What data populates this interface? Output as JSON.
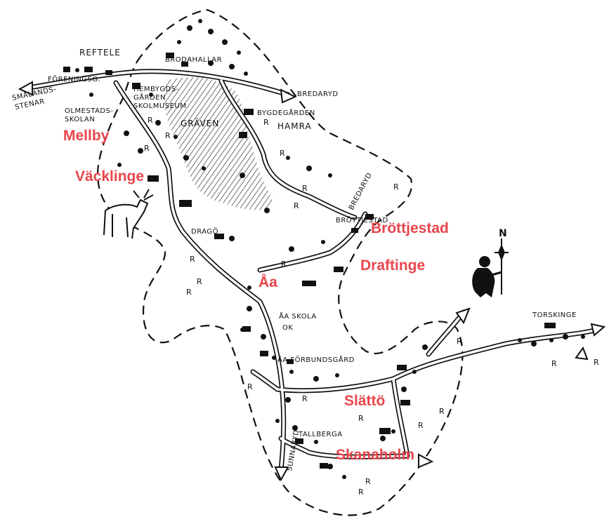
{
  "colors": {
    "ink": "#111111",
    "place_red": "#e8464c",
    "paper": "#ffffff"
  },
  "compass": {
    "letter": "N"
  },
  "place_names_red": {
    "mellby": "Mellby",
    "vacklinge": "Väcklinge",
    "brottjestad": "Bröttjestad",
    "draftinge": "Draftinge",
    "aa": "Åa",
    "slatto": "Slättö",
    "skanaholm": "Skanaholm"
  },
  "labels": {
    "reftele": "REFTELE",
    "brodahallar": "BRODAHALLAR",
    "foreningsg": "FÖRENINGSG.",
    "smalandsstenar_1": "SMÅLANDS-",
    "smalandsstenar_2": "STENAR",
    "hembygdsgarden_1": "HEMBYGDS-",
    "hembygdsgarden_2": "GÅRDEN",
    "skolmuseum": "SKOLMUSEUM",
    "olmestadsskolan_1": "OLMESTADS-",
    "olmestadsskolan_2": "SKOLAN",
    "graven": "GRÄVEN",
    "hamra": "HAMRA",
    "bygdegarden": "BYGDEGÅRDEN",
    "bredaryd_top": "BREDARYD",
    "bredaryd_side": "BREDARYD",
    "brottjestad_small": "BRÖTTJESTAD",
    "drago": "DRAGÖ",
    "aa_skola": "ÅA SKOLA",
    "ok": "OK",
    "aa_forbundsgard": "ÅA FÖRBUNDSGÅRD",
    "tallberga": "TALLBERGA",
    "torskinge": "TORSKINGE",
    "sunnaryd": "SUNNARYD"
  }
}
